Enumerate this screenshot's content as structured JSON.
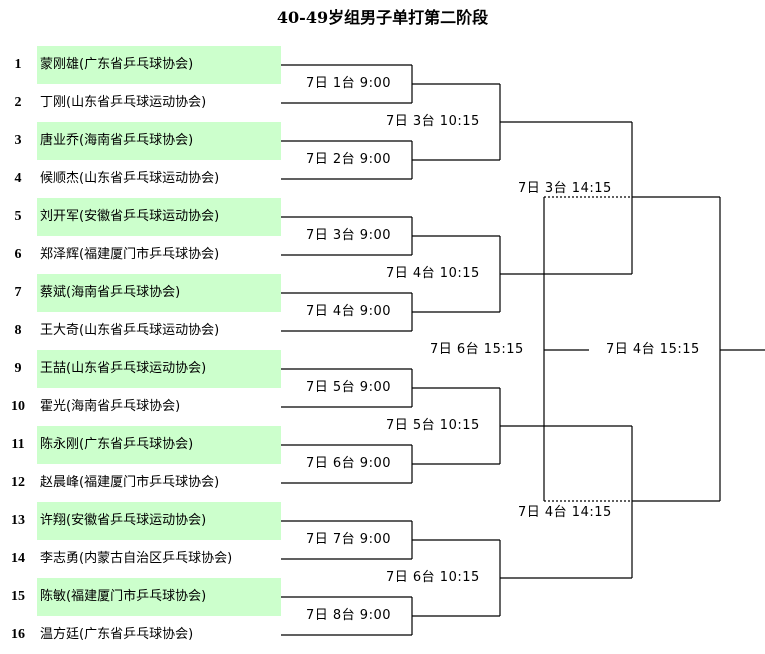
{
  "title": "40-49岁组男子单打第二阶段",
  "players": [
    {
      "seed": "1",
      "name": "蒙刚雄(广东省乒乓球协会)",
      "highlight": true
    },
    {
      "seed": "2",
      "name": "丁刚(山东省乒乓球运动协会)",
      "highlight": false
    },
    {
      "seed": "3",
      "name": "唐业乔(海南省乒乓球协会)",
      "highlight": true
    },
    {
      "seed": "4",
      "name": "候顺杰(山东省乒乓球运动协会)",
      "highlight": false
    },
    {
      "seed": "5",
      "name": "刘开军(安徽省乒乓球运动协会)",
      "highlight": true
    },
    {
      "seed": "6",
      "name": "郑泽辉(福建厦门市乒乓球协会)",
      "highlight": false
    },
    {
      "seed": "7",
      "name": "蔡斌(海南省乒乓球协会)",
      "highlight": true
    },
    {
      "seed": "8",
      "name": "王大奇(山东省乒乓球运动协会)",
      "highlight": false
    },
    {
      "seed": "9",
      "name": "王喆(山东省乒乓球运动协会)",
      "highlight": true
    },
    {
      "seed": "10",
      "name": "霍光(海南省乒乓球协会)",
      "highlight": false
    },
    {
      "seed": "11",
      "name": "陈永刚(广东省乒乓球协会)",
      "highlight": true
    },
    {
      "seed": "12",
      "name": "赵晨峰(福建厦门市乒乓球协会)",
      "highlight": false
    },
    {
      "seed": "13",
      "name": "许翔(安徽省乒乓球运动协会)",
      "highlight": true
    },
    {
      "seed": "14",
      "name": "李志勇(内蒙古自治区乒乓球协会)",
      "highlight": false
    },
    {
      "seed": "15",
      "name": "陈敏(福建厦门市乒乓球协会)",
      "highlight": true
    },
    {
      "seed": "16",
      "name": "温方廷(广东省乒乓球协会)",
      "highlight": false
    }
  ],
  "round1": [
    "7日 1台 9:00",
    "7日 2台 9:00",
    "7日 3台 9:00",
    "7日 4台 9:00",
    "7日 5台 9:00",
    "7日 6台 9:00",
    "7日 7台 9:00",
    "7日 8台 9:00"
  ],
  "round2": [
    "7日 3台 10:15",
    "7日 4台 10:15",
    "7日 5台 10:15",
    "7日 6台 10:15"
  ],
  "semifinals": [
    "7日 3台 14:15",
    "7日 4台 14:15"
  ],
  "third_place": "7日 6台 15:15",
  "final": "7日 4台 15:15"
}
